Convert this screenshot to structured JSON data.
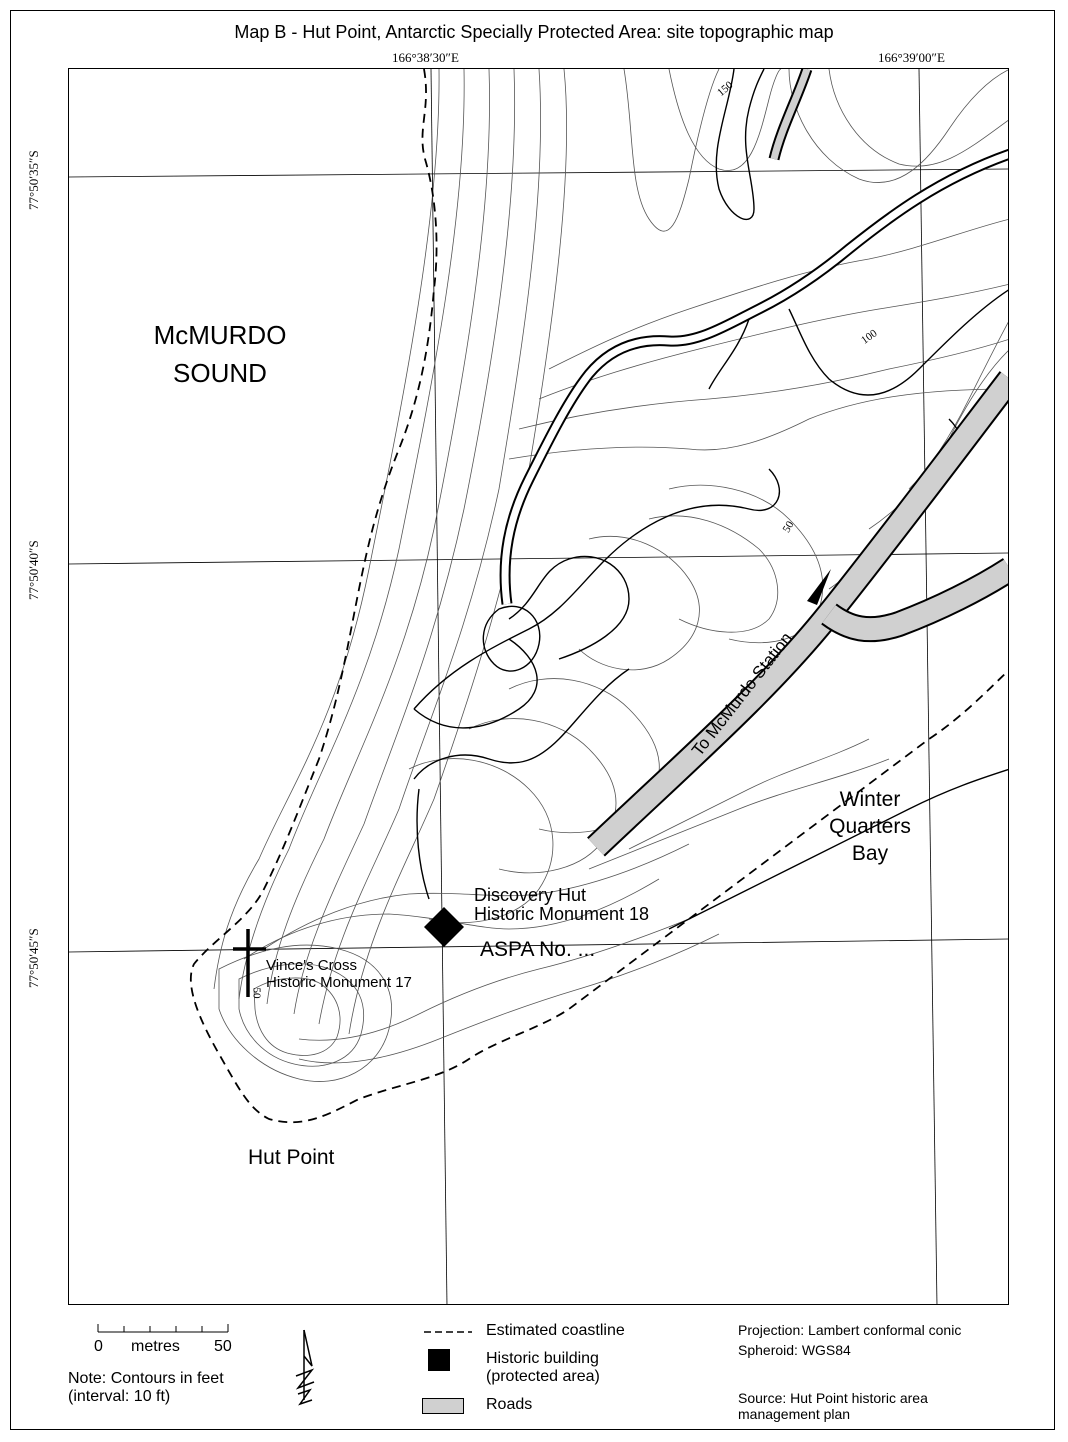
{
  "title": "Map B - Hut Point, Antarctic Specially Protected Area: site topographic map",
  "coordinates": {
    "longitudes": [
      "166°38′30″E",
      "166°39′00″E"
    ],
    "latitudes": [
      "77°50′35″S",
      "77°50′40″S",
      "77°50′45″S"
    ]
  },
  "map_labels": {
    "sound": [
      "McMURDO",
      "SOUND"
    ],
    "bay": [
      "Winter",
      "Quarters",
      "Bay"
    ],
    "hut_point": "Hut Point",
    "road": "To McMurdo Station",
    "discovery_hut": [
      "Discovery Hut",
      "Historic Monument 18"
    ],
    "aspa": "ASPA No. ...",
    "vinces_cross": [
      "Vince's Cross",
      "Historic Monument 17"
    ],
    "contour_labels": [
      "150",
      "100",
      "50",
      "50"
    ]
  },
  "legend": {
    "scale": {
      "ticks": [
        "0",
        "metres",
        "50"
      ]
    },
    "note": [
      "Note: Contours in feet",
      "(interval: 10 ft)"
    ],
    "coastline": "Estimated coastline",
    "historic_building": [
      "Historic building",
      "(protected area)"
    ],
    "roads": "Roads",
    "projection": "Projection: Lambert conformal conic",
    "spheroid": "Spheroid: WGS84",
    "source": [
      "Source: Hut Point historic area",
      "management plan"
    ]
  },
  "icons": {
    "north_arrow": "north-arrow-icon",
    "building": "square-icon",
    "cross": "cross-icon"
  },
  "colors": {
    "ink": "#000000",
    "road_fill": "#d0d0d0",
    "contour": "#555555"
  }
}
